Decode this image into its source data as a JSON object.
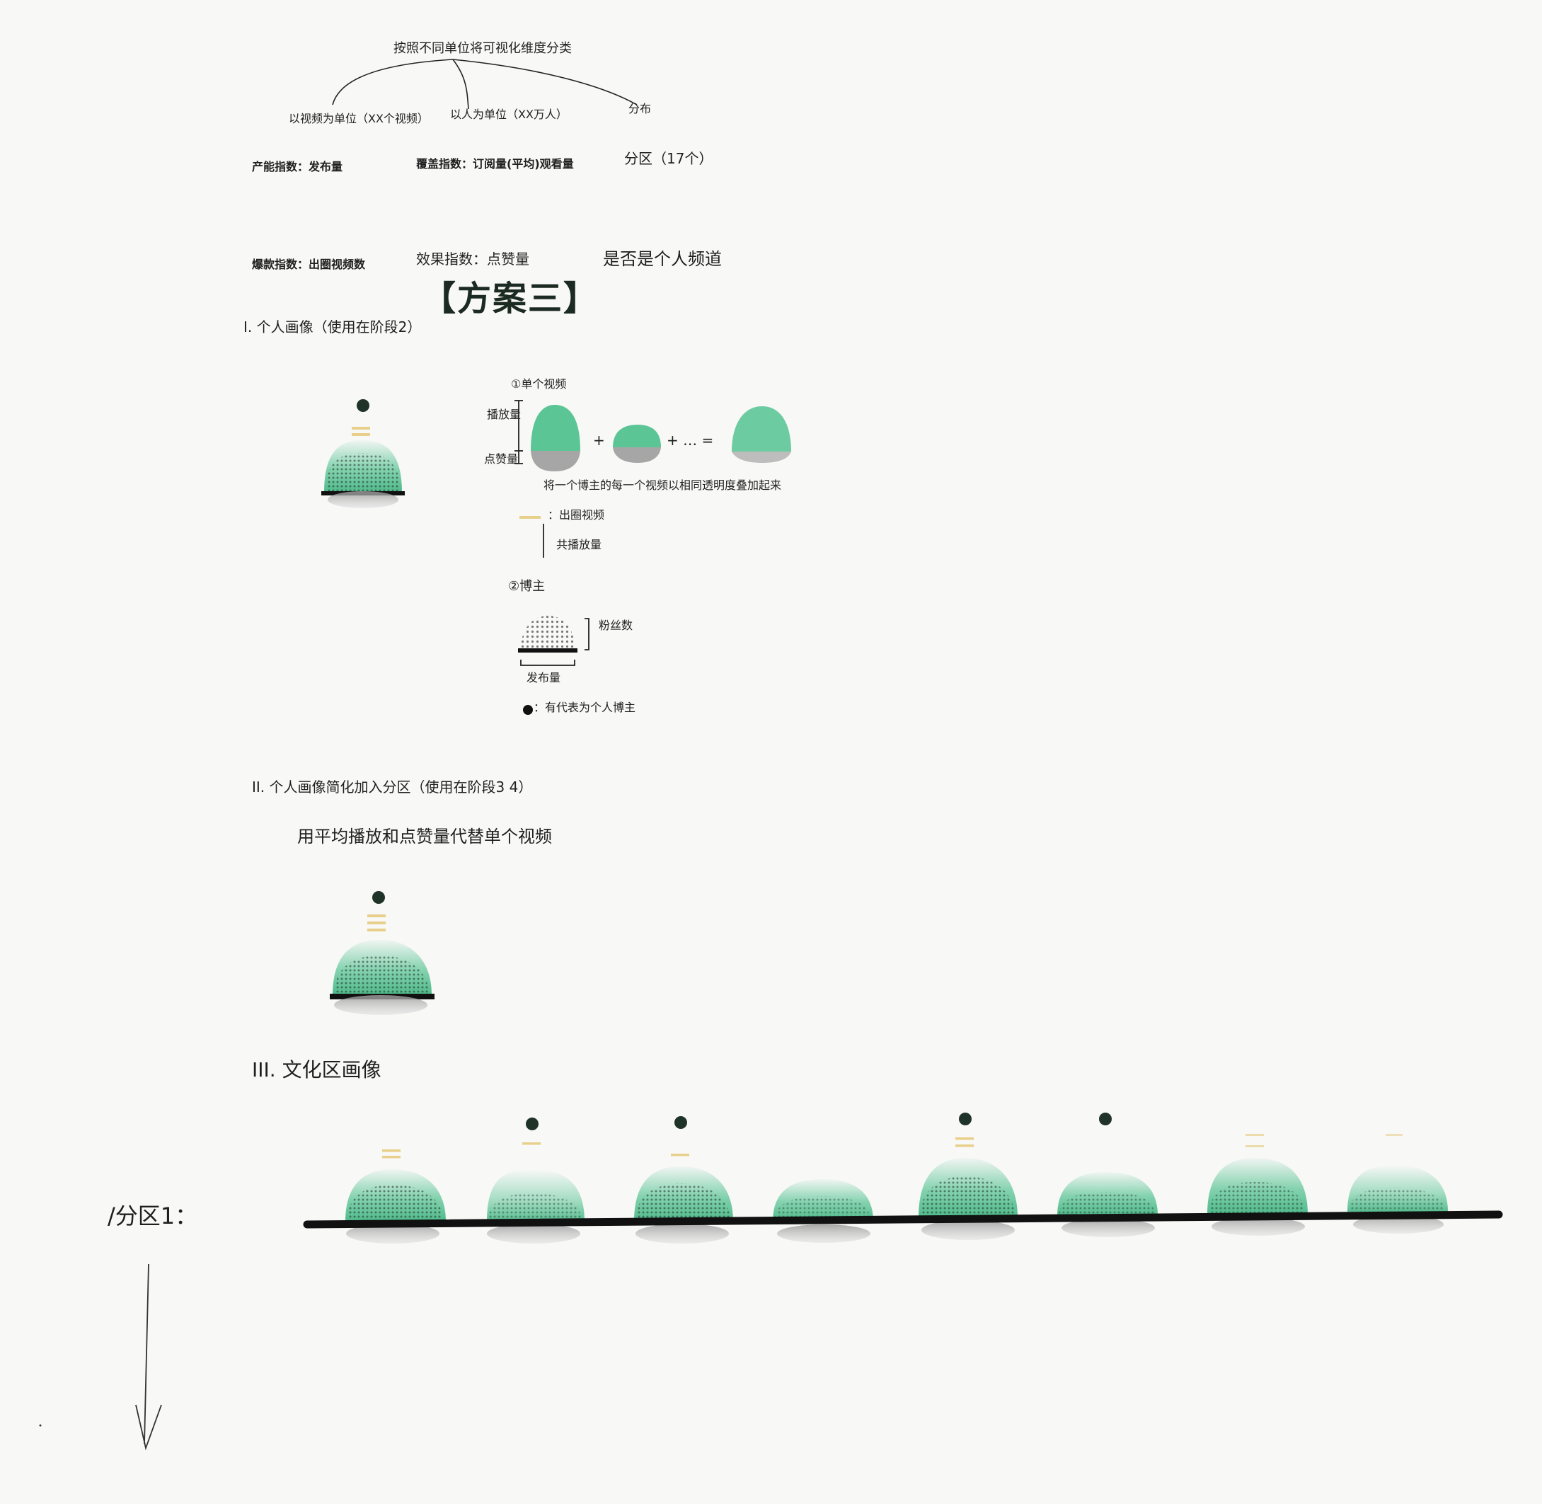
{
  "taxonomy": {
    "root": "按照不同单位将可视化维度分类",
    "branches": [
      "以视频为单位（XX个视频）",
      "以人为单位（XX万人）",
      "分布"
    ],
    "row1": [
      "产能指数：发布量",
      "覆盖指数：订阅量(平均)观看量",
      "分区（17个）"
    ],
    "row2": [
      "爆款指数：出圈视频数",
      "效果指数：点赞量",
      "是否是个人频道"
    ]
  },
  "scheme_title": "【方案三】",
  "section1": {
    "heading": "I. 个人画像（使用在阶段2）",
    "sub1_title": "①单个视频",
    "label_plays": "播放量",
    "label_likes": "点赞量",
    "eq_plus": "+",
    "eq_more": "+ … =",
    "caption": "将一个博主的每一个视频以相同透明度叠加起来",
    "label_viral": "：出圈视频",
    "label_total_plays": "共播放量",
    "sub2_title": "②博主",
    "label_fans": "粉丝数",
    "label_posts": "发布量",
    "label_personal": "：有代表为个人博主"
  },
  "section2": {
    "heading": "II. 个人画像简化加入分区（使用在阶段3 4）",
    "subheading": "用平均播放和点赞量代替单个视频"
  },
  "section3": {
    "heading": "III. 文化区画像",
    "axis_label": "/分区1："
  },
  "colors": {
    "green": "#5cc596",
    "dark": "#1f3329",
    "gray": "#b7b7b7",
    "gold": "#e8d08a"
  }
}
